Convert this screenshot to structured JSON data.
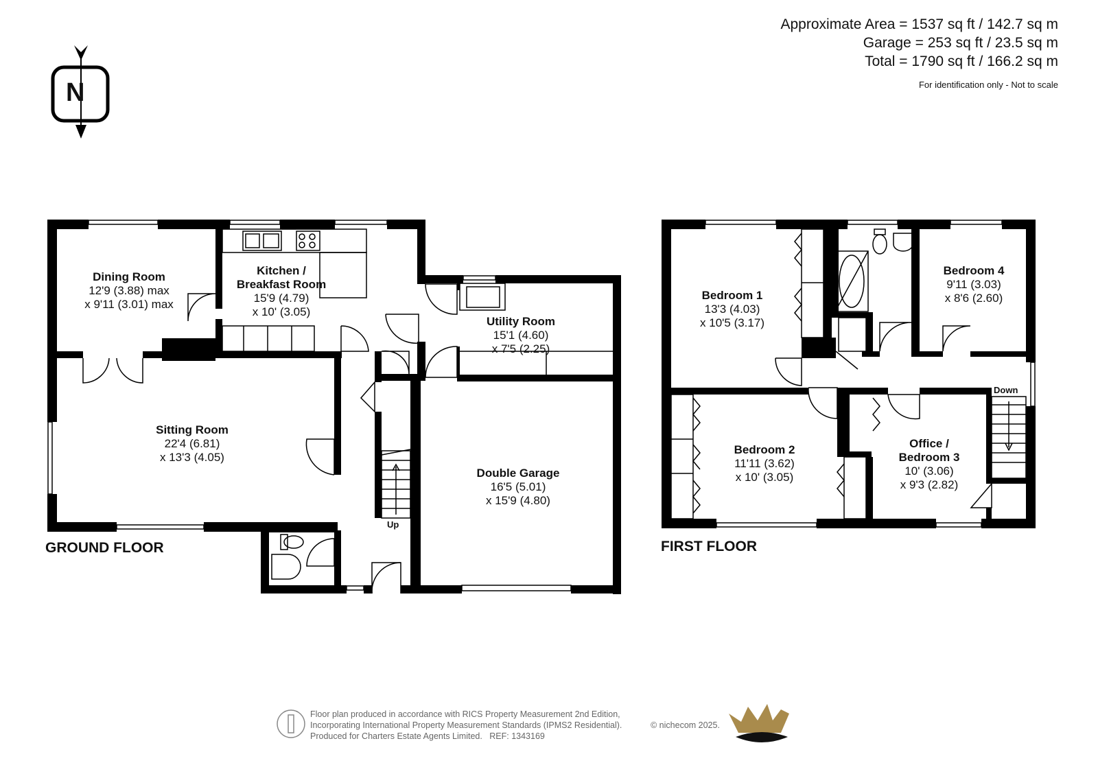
{
  "header": {
    "approx_area": "Approximate Area = 1537 sq ft / 142.7 sq m",
    "garage_area": "Garage = 253 sq ft / 23.5 sq m",
    "total_area": "Total = 1790 sq ft / 166.2 sq m",
    "note": "For identification only - Not to scale"
  },
  "compass": {
    "letter": "N"
  },
  "ground_floor": {
    "title": "GROUND FLOOR",
    "stairs_label": "Up",
    "rooms": [
      {
        "name_lines": [
          "Dining Room"
        ],
        "dims": [
          "12'9 (3.88) max",
          "x 9'11 (3.01) max"
        ]
      },
      {
        "name_lines": [
          "Kitchen /",
          "Breakfast Room"
        ],
        "dims": [
          "15'9 (4.79)",
          "x 10' (3.05)"
        ]
      },
      {
        "name_lines": [
          "Utility Room"
        ],
        "dims": [
          "15'1 (4.60)",
          "x 7'5 (2.25)"
        ]
      },
      {
        "name_lines": [
          "Sitting Room"
        ],
        "dims": [
          "22'4 (6.81)",
          "x 13'3 (4.05)"
        ]
      },
      {
        "name_lines": [
          "Double Garage"
        ],
        "dims": [
          "16'5 (5.01)",
          "x 15'9 (4.80)"
        ]
      }
    ]
  },
  "first_floor": {
    "title": "FIRST FLOOR",
    "stairs_label": "Down",
    "rooms": [
      {
        "name_lines": [
          "Bedroom 1"
        ],
        "dims": [
          "13'3 (4.03)",
          "x 10'5 (3.17)"
        ]
      },
      {
        "name_lines": [
          "Bedroom 4"
        ],
        "dims": [
          "9'11 (3.03)",
          "x 8'6 (2.60)"
        ]
      },
      {
        "name_lines": [
          "Bedroom 2"
        ],
        "dims": [
          "11'11 (3.62)",
          "x 10' (3.05)"
        ]
      },
      {
        "name_lines": [
          "Office /",
          "Bedroom 3"
        ],
        "dims": [
          "10' (3.06)",
          "x 9'3 (2.82)"
        ]
      }
    ]
  },
  "footer": {
    "line1": "Floor plan produced in accordance with RICS Property Measurement 2nd Edition,",
    "line2": "Incorporating International Property Measurement Standards (IPMS2 Residential).",
    "line3": "Produced for Charters Estate Agents Limited.",
    "ref": "REF: 1343169",
    "copyright": "© nichecom 2025."
  },
  "colors": {
    "wall": "#000000",
    "logo_gold": "#a98b4c",
    "text_grey": "#666666"
  }
}
